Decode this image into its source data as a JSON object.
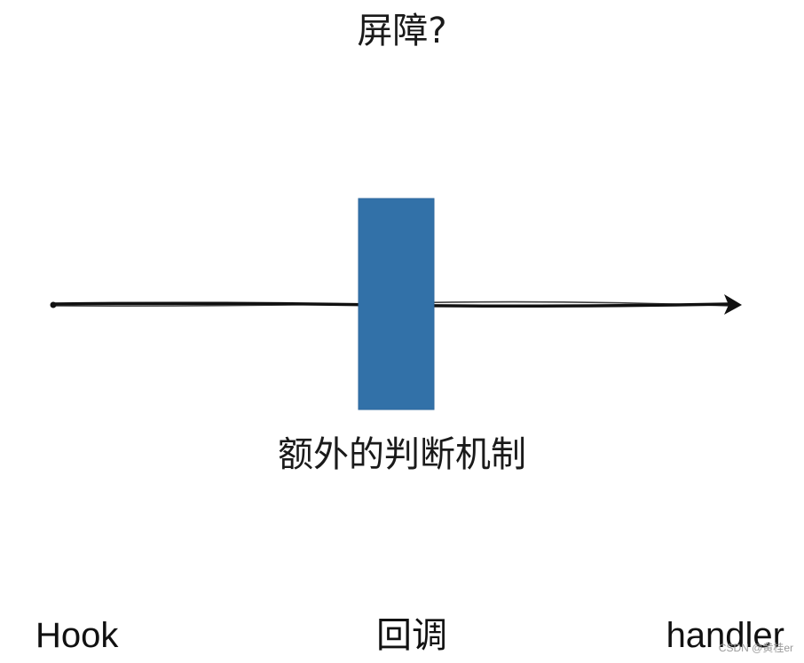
{
  "title": "屏障?",
  "barrier_caption": "额外的判断机制",
  "labels": {
    "left": "Hook",
    "middle": "回调",
    "right": "handler"
  },
  "watermark": "CSDN @黄桂er",
  "colors": {
    "barrier_fill": "#2f6ea5",
    "arrow": "#111111",
    "text": "#1a1a1a"
  }
}
